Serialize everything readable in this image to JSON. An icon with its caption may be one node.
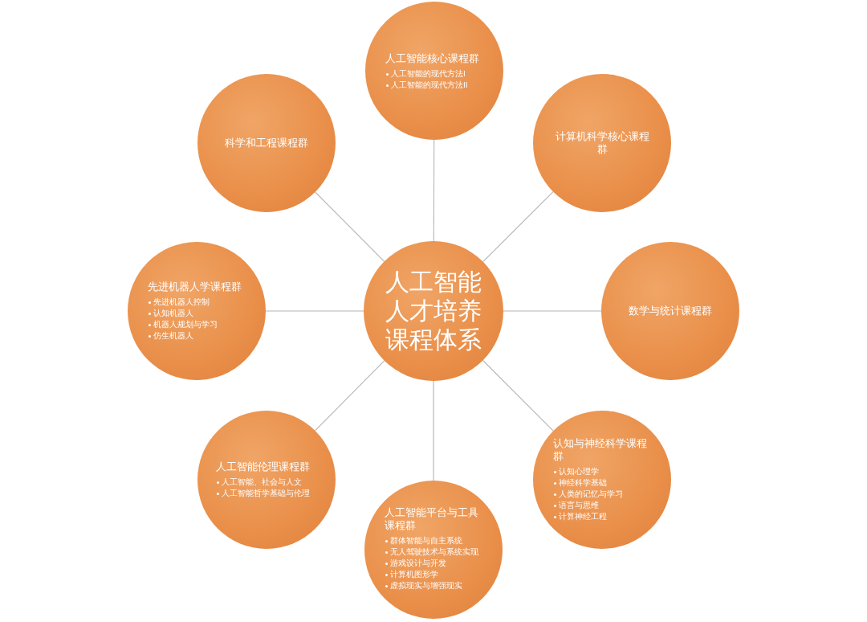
{
  "diagram": {
    "nodes": [
      {
        "text": [
          "人工智能人才培养课程体系"
        ]
      },
      {
        "text": [
          "人工智能核心课程群",
          "人工智能的现代方法I",
          "人工智能的现代方法II"
        ]
      },
      {
        "text": [
          "计算机科学核心课程群"
        ]
      },
      {
        "text": [
          "数学与统计课程群"
        ]
      },
      {
        "text": [
          "认知与神经科学课程群",
          "认知心理学",
          "神经科学基础",
          "人类的记忆与学习",
          "语言与思维",
          "计算神经工程"
        ]
      },
      {
        "text": [
          "人工智能平台与工具课程群",
          "群体智能与自主系统",
          "无人驾驶技术与系统实现",
          "游戏设计与开发",
          "计算机图形学",
          "虚拟现实与增强现实"
        ]
      },
      {
        "text": [
          "人工智能伦理课程群",
          "人工智能、社会与人文",
          "人工智能哲学基础与伦理"
        ]
      },
      {
        "text": [
          "先进机器人学课程群",
          "先进机器人控制",
          "认知机器人",
          "机器人规划与学习",
          "仿生机器人"
        ]
      },
      {
        "text": [
          "科学和工程课程群"
        ]
      }
    ],
    "edges": [
      {
        "from": 0,
        "to": 1,
        "arrow": "none"
      },
      {
        "from": 0,
        "to": 2,
        "arrow": "none"
      },
      {
        "from": 0,
        "to": 3,
        "arrow": "none"
      },
      {
        "from": 0,
        "to": 4,
        "arrow": "none"
      },
      {
        "from": 0,
        "to": 5,
        "arrow": "none"
      },
      {
        "from": 0,
        "to": 6,
        "arrow": "none"
      },
      {
        "from": 0,
        "to": 7,
        "arrow": "none"
      },
      {
        "from": 0,
        "to": 8,
        "arrow": "none"
      }
    ]
  }
}
